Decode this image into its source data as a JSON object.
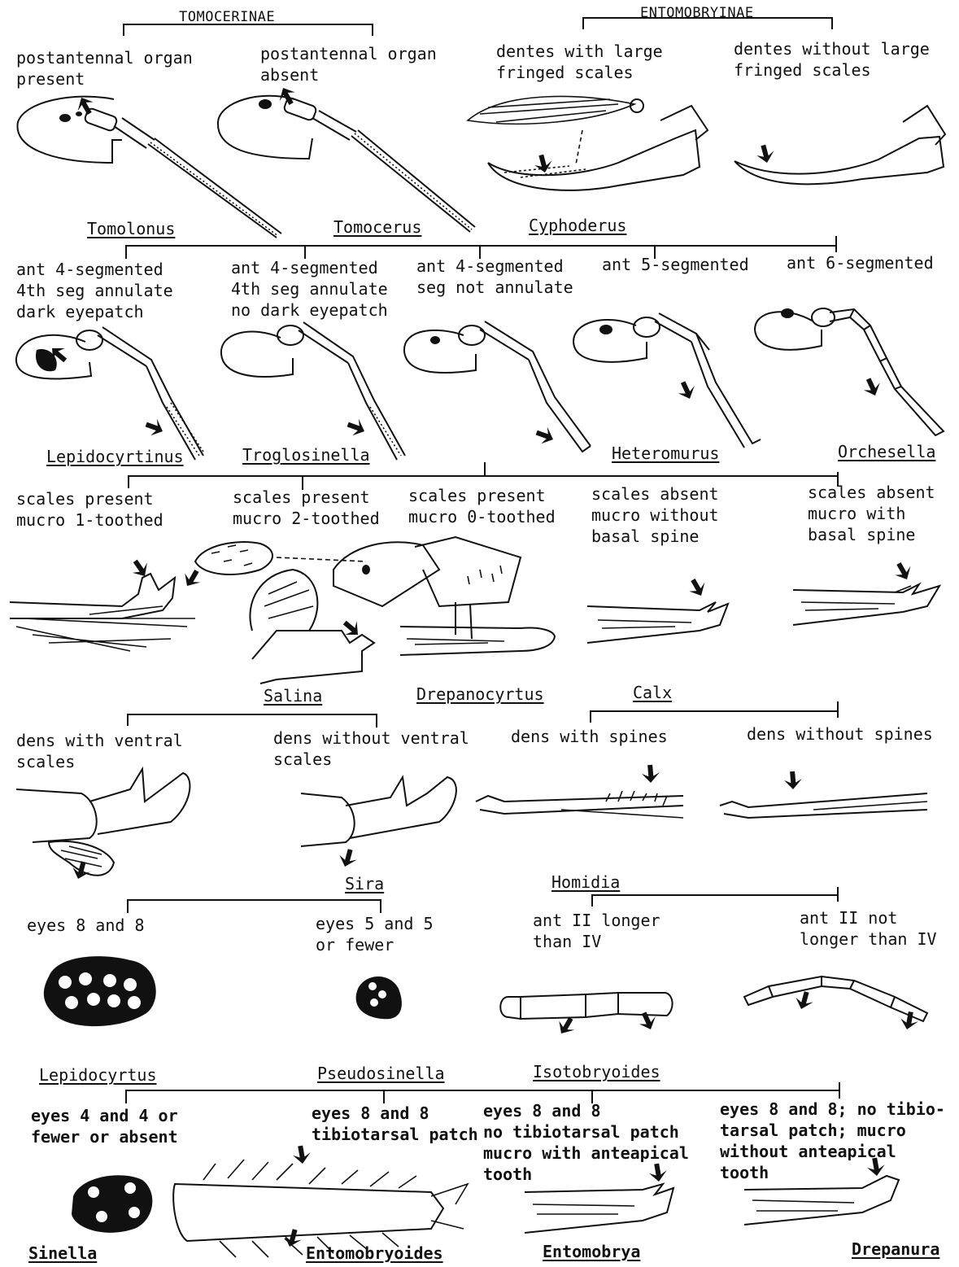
{
  "headers": {
    "tomocerinae": "TOMOCERINAE",
    "entomobryinae": "ENTOMOBRYINAE"
  },
  "row1": {
    "tomocerinae": [
      "postantennal organ\npresent",
      "postantennal organ\nabsent"
    ],
    "entomobryinae": [
      "dentes with large\nfringed scales",
      "dentes without large\nfringed scales"
    ],
    "taxa": [
      "Tomolonus",
      "Tomocerus",
      "Cyphoderus"
    ]
  },
  "row2": {
    "options": [
      "ant 4-segmented\n4th seg annulate\ndark eyepatch",
      "ant 4-segmented\n4th seg annulate\nno dark eyepatch",
      "ant 4-segmented\nseg not annulate",
      "ant 5-segmented",
      "ant 6-segmented"
    ],
    "taxa": [
      "Lepidocyrtinus",
      "Troglosinella",
      "Heteromurus",
      "Orchesella"
    ]
  },
  "row3": {
    "options": [
      "scales present\nmucro 1-toothed",
      "scales present\nmucro 2-toothed",
      "scales present\nmucro 0-toothed",
      "scales absent\nmucro without\nbasal spine",
      "scales absent\nmucro with\nbasal spine"
    ],
    "taxa": [
      "Salina",
      "Drepanocyrtus",
      "Calx"
    ]
  },
  "row4": {
    "options": [
      "dens with ventral\nscales",
      "dens without ventral\nscales",
      "dens with spines",
      "dens without spines"
    ],
    "taxa": [
      "Sira",
      "Homidia"
    ]
  },
  "row5": {
    "options": [
      "eyes 8 and 8",
      "eyes 5 and 5\nor fewer",
      "ant II longer\nthan IV",
      "ant II not\nlonger than IV"
    ],
    "taxa": [
      "Lepidocyrtus",
      "Pseudosinella",
      "Isotobryoides"
    ]
  },
  "row6": {
    "options": [
      "eyes 4 and 4 or\nfewer or absent",
      "eyes 8 and 8\ntibiotarsal patch",
      "eyes 8 and 8\nno tibiotarsal patch\nmucro with anteapical\ntooth",
      "eyes 8 and 8; no tibio-\ntarsal patch; mucro\nwithout anteapical\ntooth"
    ],
    "taxa": [
      "Sinella",
      "Entomobryoides",
      "Entomobrya",
      "Drepanura"
    ]
  }
}
